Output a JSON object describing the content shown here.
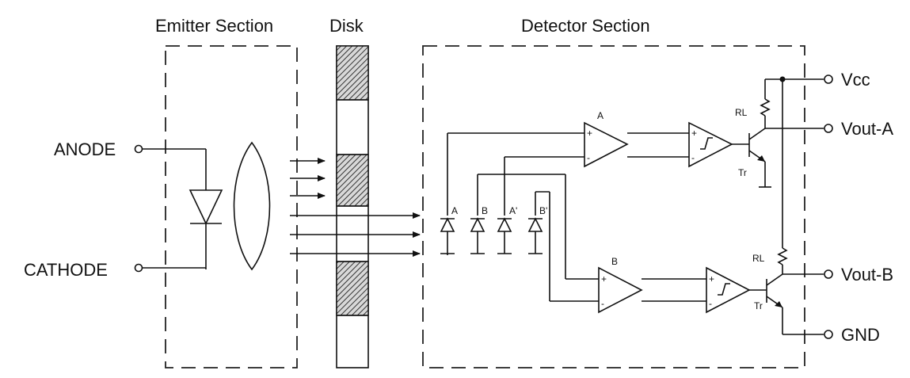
{
  "sections": {
    "emitter": "Emitter Section",
    "disk": "Disk",
    "detector": "Detector Section"
  },
  "terminals": {
    "anode": "ANODE",
    "cathode": "CATHODE",
    "vcc": "Vcc",
    "vout_a": "Vout-A",
    "vout_b": "Vout-B",
    "gnd": "GND"
  },
  "photodiodes": [
    "A",
    "B",
    "A'",
    "B'"
  ],
  "channels": {
    "a": {
      "amp_label": "A",
      "resistor": "RL",
      "transistor": "Tr"
    },
    "b": {
      "amp_label": "B",
      "resistor": "RL",
      "transistor": "Tr"
    }
  }
}
